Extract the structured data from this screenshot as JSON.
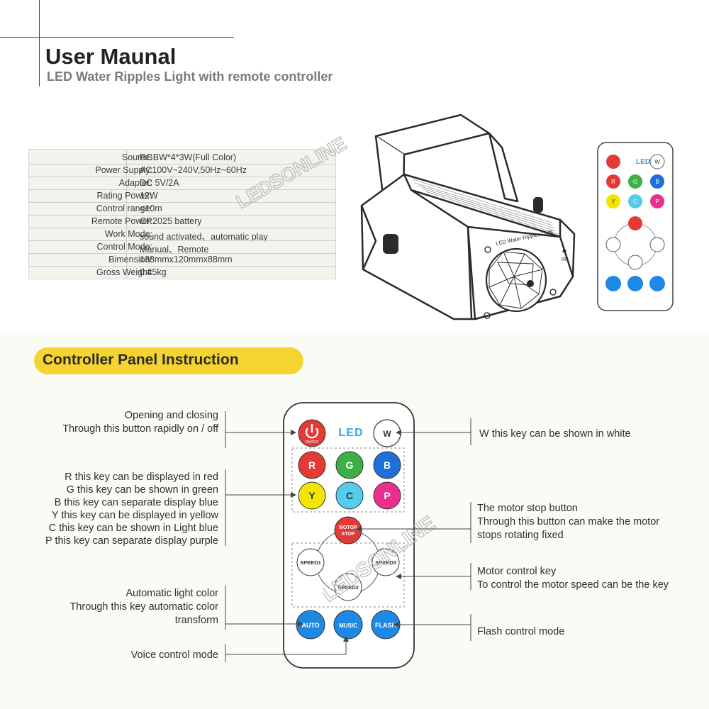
{
  "header": {
    "title": "User Maunal",
    "subtitle": "LED Water Ripples Light with remote controller"
  },
  "specs": [
    {
      "label": "Source:",
      "value": "RGBW*4*3W(Full Color)"
    },
    {
      "label": "Power Supply:",
      "value": "AC100V~240V,50Hz~60Hz"
    },
    {
      "label": "Adapter:",
      "value": "DC  5V/2A"
    },
    {
      "label": "Rating Power:",
      "value": "12W"
    },
    {
      "label": "Control range:",
      "value": "<10m"
    },
    {
      "label": "Remote Power:",
      "value": "CR2025 battery"
    },
    {
      "label": "Work Mode:",
      "value": "sound activated、automatic play"
    },
    {
      "label": "Control Mode:",
      "value": "Manual、Remote"
    },
    {
      "label": "Bimension:",
      "value": "138mmx120mmx88mm"
    },
    {
      "label": "Gross Weight:",
      "value": "0.45kg"
    }
  ],
  "device": {
    "top_label": "LED Water Ripples Light",
    "ir_label": "IR"
  },
  "watermark": "LEDSONLINE",
  "remote": {
    "led_label": "LED",
    "onoff_label": "ON/OFF",
    "white": "W",
    "colors": [
      {
        "label": "R",
        "color": "#e53935"
      },
      {
        "label": "G",
        "color": "#3cb043"
      },
      {
        "label": "B",
        "color": "#1e6fd9"
      },
      {
        "label": "Y",
        "color": "#f2e600"
      },
      {
        "label": "C",
        "color": "#55ccee"
      },
      {
        "label": "P",
        "color": "#e8308c"
      }
    ],
    "motor_stop": [
      "MOTOR",
      "STOP"
    ],
    "speed1": "SPEED1",
    "speed2": "SPEED2",
    "speed3": "SPEED3",
    "auto": "AUTO",
    "music": "MUSIC",
    "flash": "FLASH"
  },
  "panel": {
    "heading": "Controller Panel Instruction",
    "onoff_note": [
      "Opening and closing",
      "Through this button rapidly on / off"
    ],
    "color_notes": [
      "R this key can be displayed in red",
      "G this key can be shown in green",
      "B this key can separate display blue",
      "Y this key can be displayed in yellow",
      "C this key can be shown in  Light blue",
      "P this key can separate display purple"
    ],
    "auto_note": [
      "Automatic light color",
      "Through this key automatic color",
      "transform"
    ],
    "voice_note": "Voice control mode",
    "white_note": "W this key can be shown in white",
    "motor_stop_note": [
      "The motor stop button",
      "Through this button can make the motor",
      "stops rotating fixed"
    ],
    "motor_control_note": [
      "Motor control key",
      "To control the motor speed can be the key"
    ],
    "flash_note": "Flash control mode"
  },
  "colors": {
    "banner": "#f5d430",
    "auto_blue": "#1e88e5",
    "motor_red": "#e53935"
  }
}
